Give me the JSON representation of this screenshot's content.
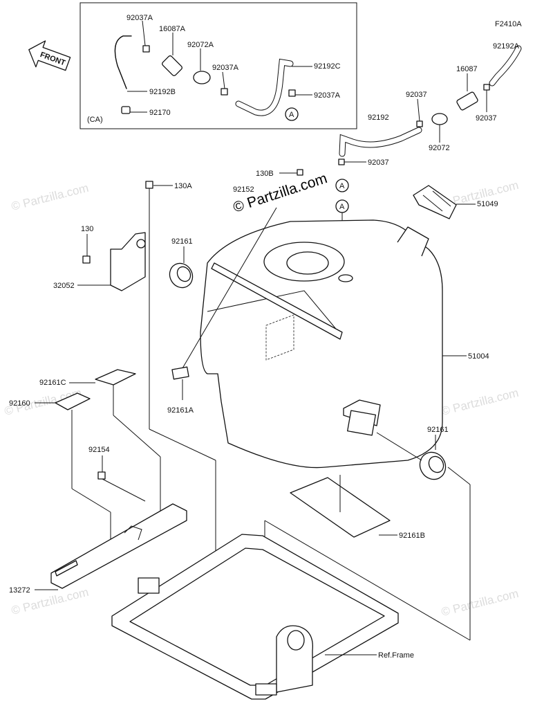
{
  "figure_code": "F2410A",
  "front_label": "FRONT",
  "ca_label": "(CA)",
  "watermark_text": "© Partzilla.com",
  "copyright_text": "© Partzilla.com",
  "ref_frame_label": "Ref.Frame",
  "part_numbers": {
    "ca_92037A_top": "92037A",
    "ca_16087A": "16087A",
    "ca_92072A": "92072A",
    "ca_92037A_mid": "92037A",
    "ca_92192C": "92192C",
    "ca_92037A_right": "92037A",
    "ca_92192B": "92192B",
    "ca_92170": "92170",
    "p_92192A": "92192A",
    "p_16087": "16087",
    "p_92037_a": "92037",
    "p_92037_b": "92037",
    "p_92192": "92192",
    "p_92072": "92072",
    "p_92037_c": "92037",
    "p_130B": "130B",
    "p_92152": "92152",
    "p_130A": "130A",
    "p_51049": "51049",
    "p_130": "130",
    "p_92161_top": "92161",
    "p_32052": "32052",
    "p_51004": "51004",
    "p_92161C": "92161C",
    "p_92160": "92160",
    "p_92161A": "92161A",
    "p_92161_right": "92161",
    "p_92154": "92154",
    "p_92161B": "92161B",
    "p_13272": "13272"
  },
  "callout_letter": "A"
}
